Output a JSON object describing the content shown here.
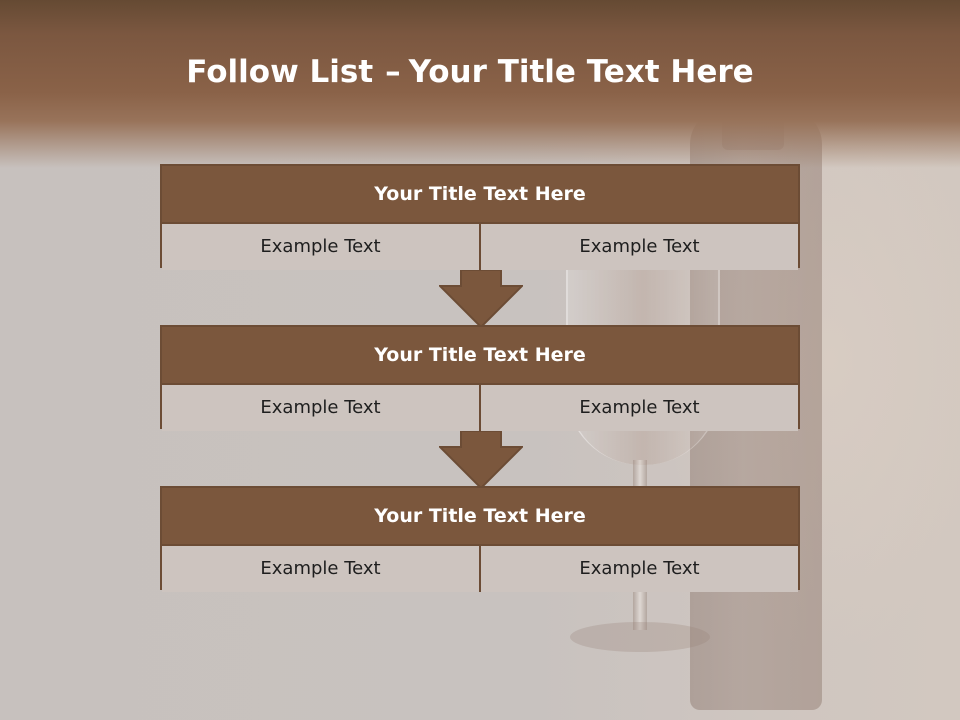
{
  "slide": {
    "title_bold": "Follow List",
    "title_dash": "–",
    "title_rest": "Your Title Text Here"
  },
  "steps": [
    {
      "header": "Your Title Text Here",
      "left": "Example Text",
      "right": "Example Text"
    },
    {
      "header": "Your Title Text Here",
      "left": "Example Text",
      "right": "Example Text"
    },
    {
      "header": "Your Title Text Here",
      "left": "Example Text",
      "right": "Example Text"
    }
  ],
  "colors": {
    "header_brown": "#7b573d",
    "border_brown": "#6c4c35",
    "cell_fill": "#cdc4bf",
    "title_text": "#ffffff"
  }
}
